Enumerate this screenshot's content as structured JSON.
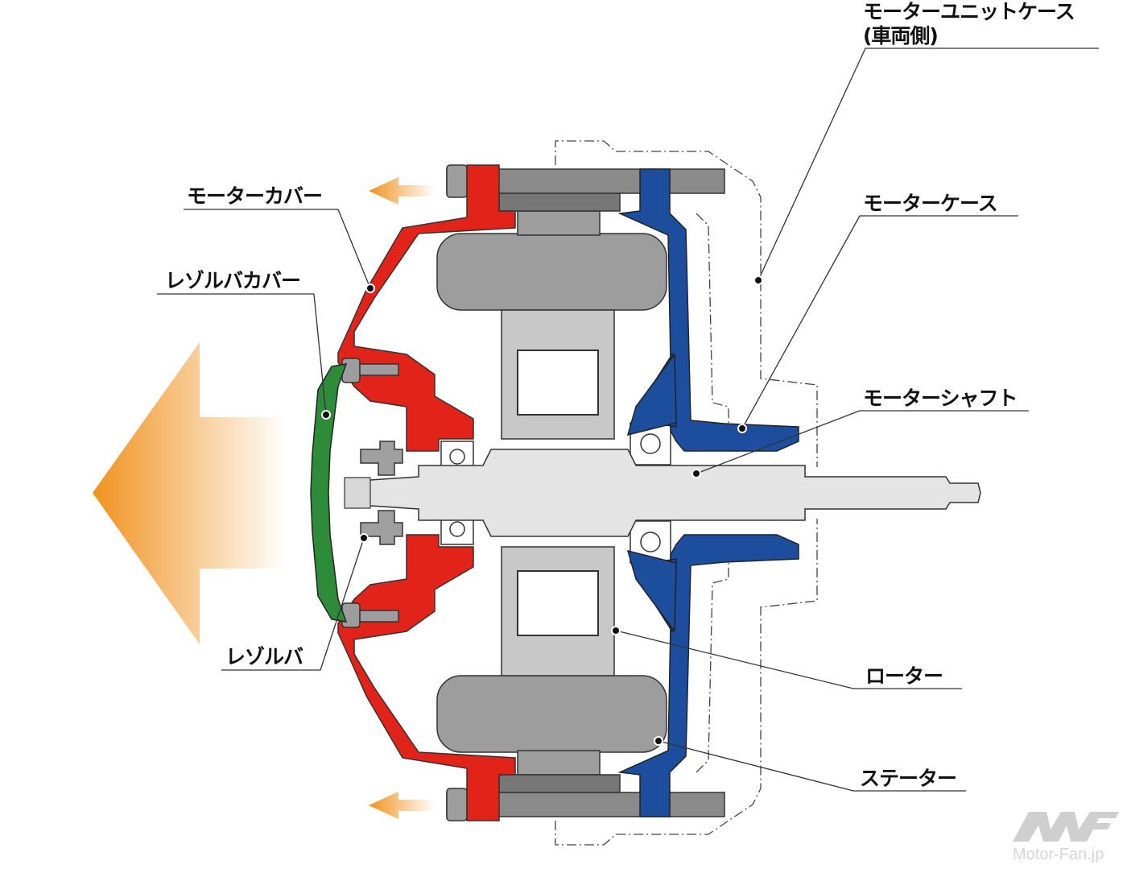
{
  "labels": {
    "motor_unit_case": "モーターユニットケース",
    "motor_unit_case_sub": "(車両側)",
    "motor_case": "モーターケース",
    "motor_shaft": "モーターシャフト",
    "rotor": "ローター",
    "stator": "ステーター",
    "motor_cover": "モーターカバー",
    "resolver_cover": "レゾルバカバー",
    "resolver": "レゾルバ"
  },
  "watermark": "Motor-Fan.jp",
  "colors": {
    "motor_cover": "#e2231a",
    "motor_case": "#1d4e9e",
    "resolver_cover": "#2e8b3a",
    "stator": "#9d9d9d",
    "rotor": "#c8c8c8",
    "shaft": "#e4e4e4",
    "arrow": "#f0921e"
  }
}
